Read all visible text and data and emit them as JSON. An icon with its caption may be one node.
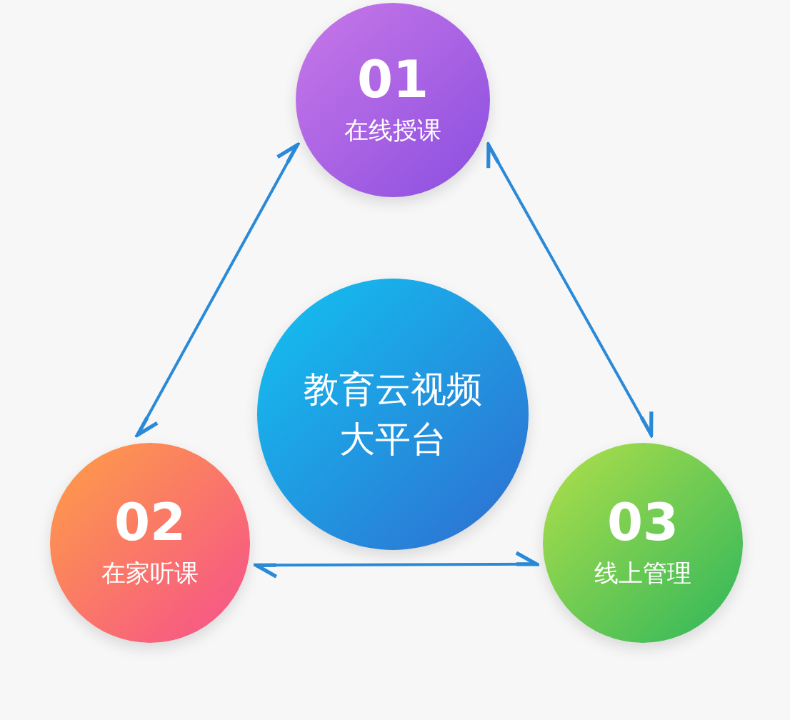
{
  "diagram": {
    "nodes": [
      {
        "text": [
          "教育云视频大平台"
        ]
      },
      {
        "text": [
          "01",
          "在线授课"
        ]
      },
      {
        "text": [
          "02",
          "在家听课"
        ]
      },
      {
        "text": [
          "03",
          "线上管理"
        ]
      }
    ],
    "edges": [
      {
        "from": 2,
        "to": 1,
        "arrow": "both"
      },
      {
        "from": 1,
        "to": 3,
        "arrow": "both"
      },
      {
        "from": 2,
        "to": 3,
        "arrow": "both"
      }
    ]
  }
}
